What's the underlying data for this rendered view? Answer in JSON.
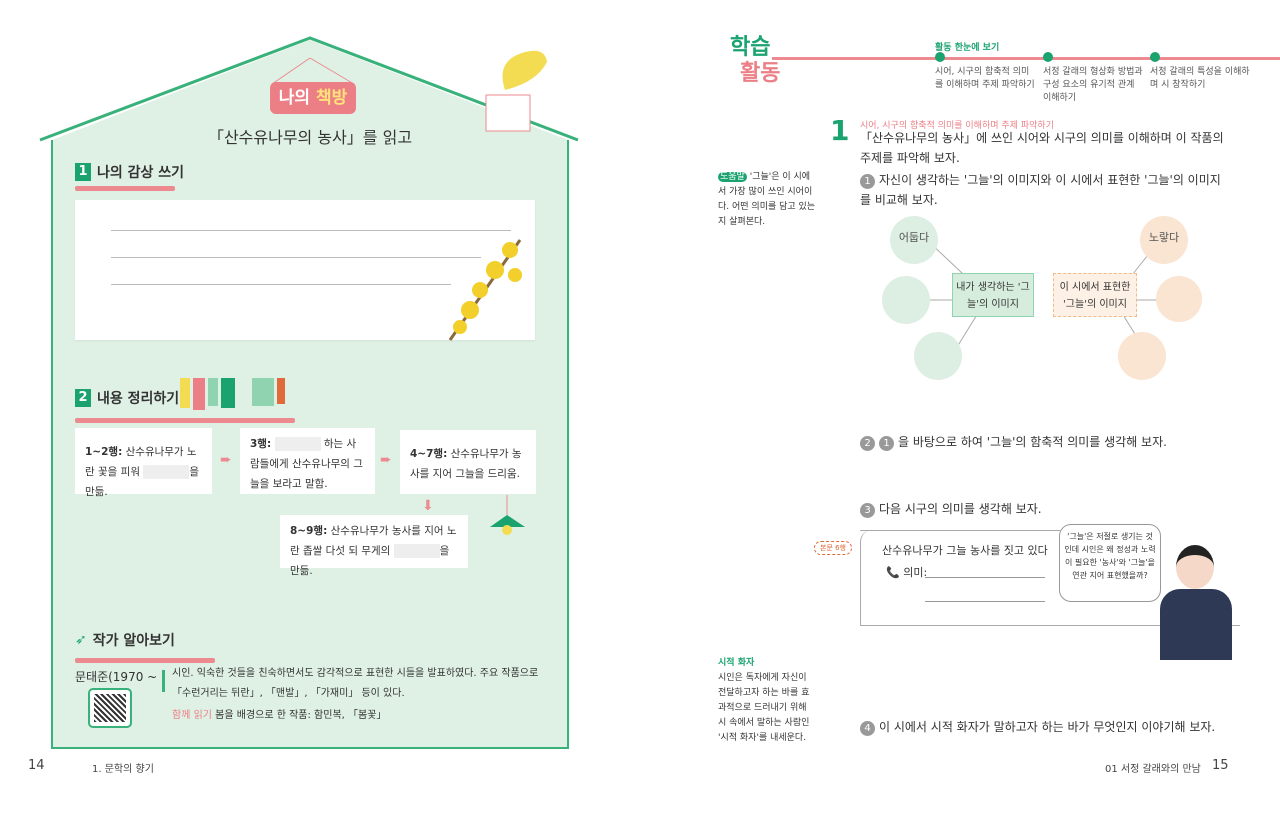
{
  "left_page": {
    "sign": {
      "prefix": "나의 ",
      "highlight": "책방"
    },
    "book_title": "「산수유나무의 농사」를 읽고",
    "section1": {
      "num": "1",
      "title": "나의 감상 쓰기"
    },
    "section2": {
      "num": "2",
      "title": "내용 정리하기",
      "boxes": [
        {
          "label": "1~2행:",
          "before": "산수유나무가 노란 꽃을 피워",
          "after": "을 만듦."
        },
        {
          "label": "3행:",
          "before": "",
          "after": "하는 사람들에게 산수유나무의 그늘을 보라고 말함."
        },
        {
          "label": "4~7행:",
          "before": "산수유나무가 농사를 지어 그늘을 드리움.",
          "after": ""
        },
        {
          "label": "8~9행:",
          "before": "산수유나무가 농사를 지어 노란 좁쌀 다섯 되 무게의",
          "after": "을 만듦."
        }
      ]
    },
    "author": {
      "title": "작가 알아보기",
      "name": "문태준(1970 ~ )",
      "bio": "시인. 익숙한 것들을 친숙하면서도 감각적으로 표현한 시들을 발표하였다. 주요 작품으로 「수런거리는 뒤란」, 「맨발」, 「가재미」 등이 있다.",
      "together_label": "함께 읽기",
      "together_text": "봄을 배경으로 한 작품: 함민복, 「봄꽃」"
    },
    "footer": {
      "page": "14",
      "chapter": "1. 문학의 향기"
    }
  },
  "right_page": {
    "header": {
      "line1": "학습",
      "line2": "활동",
      "overview_label": "활동 한눈에 보기",
      "steps": [
        "시어, 시구의 함축적 의미를 이해하며 주제 파악하기",
        "서정 갈래의 형상화 방법과 구성 요소의 유기적 관계 이해하기",
        "서정 갈래의 특성을 이해하며 시 창작하기"
      ]
    },
    "q1": {
      "num": "1",
      "sub": "시어, 시구의 함축적 의미를 이해하며 주제 파악하기",
      "text": "「산수유나무의 농사」에 쓰인 시어와 시구의 의미를 이해하며 이 작품의 주제를 파악해 보자."
    },
    "side_note1": {
      "badge": "도움말",
      "text": "'그늘'은 이 시에서 가장 많이 쓰인 시어이다. 어떤 의미를 담고 있는지 살펴본다."
    },
    "q1_1": {
      "num": "1",
      "text": "자신이 생각하는 '그늘'의 이미지와 이 시에서 표현한 '그늘'의 이미지를 비교해 보자."
    },
    "diagram": {
      "left_center": "내가 생각하는 '그늘'의 이미지",
      "right_center": "이 시에서 표현한 '그늘'의 이미지",
      "left_example": "어둡다",
      "right_example": "노랗다"
    },
    "q1_2": {
      "num": "2",
      "ref": "1",
      "text": "을 바탕으로 하여 '그늘'의 함축적 의미를 생각해 보자."
    },
    "q1_3": {
      "num": "3",
      "text": "다음 시구의 의미를 생각해 보자."
    },
    "verse": {
      "tag": "본문 6행",
      "line": "산수유나무가 그늘 농사를 짓고 있다",
      "meaning_label": "의미:"
    },
    "bubble": "'그늘'은 저절로 생기는 것인데 시인은 왜 정성과 노력이 필요한 '농사'와 '그늘'을 연관 지어 표현했을까?",
    "side_note2": {
      "title": "시적 화자",
      "text": "시인은 독자에게 자신이 전달하고자 하는 바를 효과적으로 드러내기 위해 시 속에서 말하는 사람인 '시적 화자'를 내세운다."
    },
    "q1_4": {
      "num": "4",
      "text": "이 시에서 시적 화자가 말하고자 하는 바가 무엇인지 이야기해 보자."
    },
    "footer": {
      "page": "15",
      "chapter": "01 서정 갈래와의 만남"
    }
  }
}
